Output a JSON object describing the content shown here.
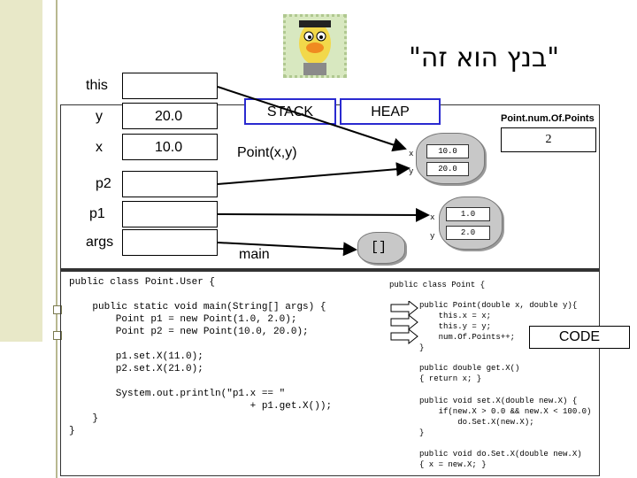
{
  "title": "\"בנץ הוא זה\"",
  "avatar_icon": "bert-character-icon",
  "stack_frame": {
    "this_label": "this",
    "y_label": "y",
    "y_value": "20.0",
    "x_label": "x",
    "x_value": "10.0",
    "p2_label": "p2",
    "p1_label": "p1",
    "args_label": "args",
    "point_frame_label": "Point(x,y)",
    "main_frame_label": "main"
  },
  "stack_label": "STACK",
  "heap_label": "HEAP",
  "num_of_points_label": "Point.num.Of.Points",
  "num_of_points_value": "2",
  "heap_obj1": {
    "x_label": "x",
    "x_value": "10.0",
    "y_label": "y",
    "y_value": "20.0"
  },
  "heap_obj2": {
    "x_label": "x",
    "x_value": "1.0",
    "y_label": "y",
    "y_value": "2.0"
  },
  "args_array": "[]",
  "code_label": "CODE",
  "main_code": [
    "public class Point.User {",
    "",
    "    public static void main(String[] args) {",
    "        Point p1 = new Point(1.0, 2.0);",
    "        Point p2 = new Point(10.0, 20.0);",
    "",
    "        p1.set.X(11.0);",
    "        p2.set.X(21.0);",
    "",
    "        System.out.println(\"p1.x == \"",
    "                               + p1.get.X());",
    "    }",
    "}"
  ],
  "point_code": {
    "class_decl": "public class Point {",
    "ctor": "public Point(double x, double y){\n    this.x = x;\n    this.y = y;\n    num.Of.Points++;\n}",
    "getx": "public double get.X()\n{ return x; }",
    "setx": "public void set.X(double new.X) {\n    if(new.X > 0.0 && new.X < 100.0)\n        do.Set.X(new.X);\n}",
    "dosetx": "public void do.Set.X(double new.X)\n{ x = new.X; }"
  }
}
